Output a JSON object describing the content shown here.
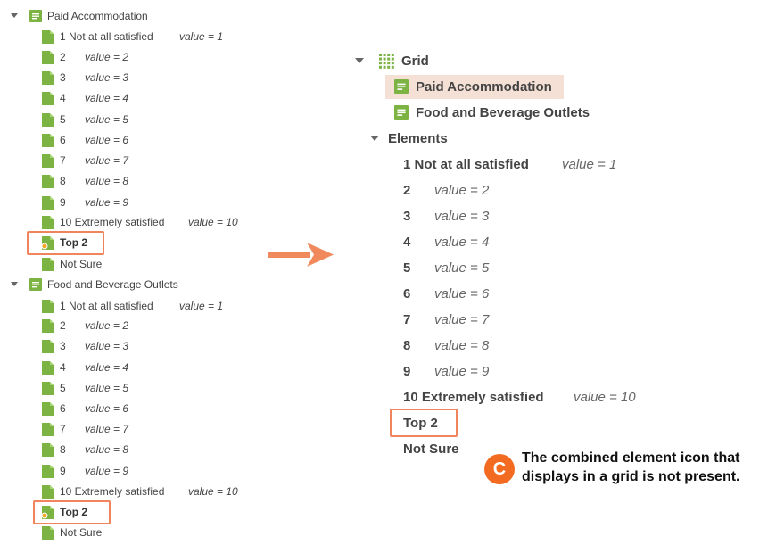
{
  "left_tree": {
    "group1": {
      "label": "Paid Accommodation",
      "items": [
        {
          "num": "1 Not at all satisfied",
          "value": "value = 1"
        },
        {
          "num": "2",
          "value": "value = 2"
        },
        {
          "num": "3",
          "value": "value = 3"
        },
        {
          "num": "4",
          "value": "value = 4"
        },
        {
          "num": "5",
          "value": "value = 5"
        },
        {
          "num": "6",
          "value": "value = 6"
        },
        {
          "num": "7",
          "value": "value = 7"
        },
        {
          "num": "8",
          "value": "value = 8"
        },
        {
          "num": "9",
          "value": "value = 9"
        },
        {
          "num": "10 Extremely satisfied",
          "value": "value = 10"
        }
      ],
      "combined": "Top 2",
      "not_sure": "Not Sure"
    },
    "group2": {
      "label": "Food and Beverage Outlets",
      "items": [
        {
          "num": "1 Not at all satisfied",
          "value": "value = 1"
        },
        {
          "num": "2",
          "value": "value = 2"
        },
        {
          "num": "3",
          "value": "value = 3"
        },
        {
          "num": "4",
          "value": "value = 4"
        },
        {
          "num": "5",
          "value": "value = 5"
        },
        {
          "num": "6",
          "value": "value = 6"
        },
        {
          "num": "7",
          "value": "value = 7"
        },
        {
          "num": "8",
          "value": "value = 8"
        },
        {
          "num": "9",
          "value": "value = 9"
        },
        {
          "num": "10 Extremely satisfied",
          "value": "value = 10"
        }
      ],
      "combined": "Top 2",
      "not_sure": "Not Sure"
    }
  },
  "right_tree": {
    "grid_label": "Grid",
    "questions": [
      "Paid Accommodation",
      "Food and Beverage Outlets"
    ],
    "elements_label": "Elements",
    "items": [
      {
        "num": "1 Not at all satisfied",
        "value": "value = 1"
      },
      {
        "num": "2",
        "value": "value = 2"
      },
      {
        "num": "3",
        "value": "value = 3"
      },
      {
        "num": "4",
        "value": "value = 4"
      },
      {
        "num": "5",
        "value": "value = 5"
      },
      {
        "num": "6",
        "value": "value = 6"
      },
      {
        "num": "7",
        "value": "value = 7"
      },
      {
        "num": "8",
        "value": "value = 8"
      },
      {
        "num": "9",
        "value": "value = 9"
      },
      {
        "num": "10 Extremely satisfied",
        "value": "value = 10"
      }
    ],
    "combined": "Top 2",
    "not_sure": "Not Sure"
  },
  "callout": {
    "letter": "C",
    "line1": "The combined element icon that",
    "line2": "displays in a grid is not present."
  },
  "colors": {
    "accent": "#f0845c",
    "arrow": "#f08a5d",
    "icon_green": "#7cb342",
    "callout": "#f26b21",
    "selected": "#f5e0d6"
  }
}
